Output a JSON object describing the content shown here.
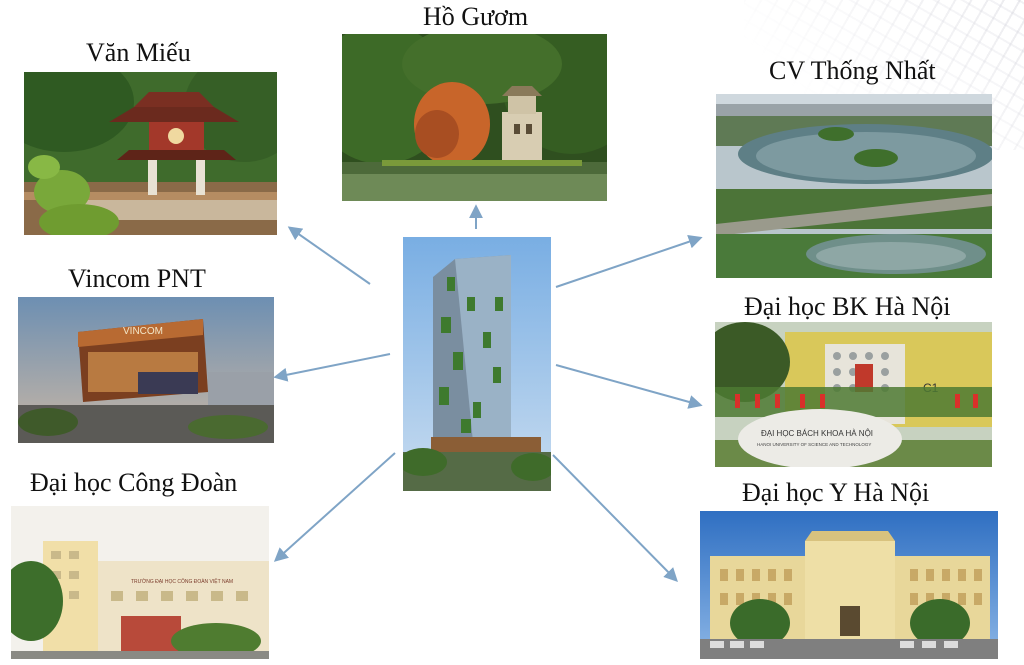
{
  "center": {
    "name": "tower-rendering"
  },
  "destinations": {
    "van_mieu": {
      "label": "Văn Miếu"
    },
    "ho_guom": {
      "label": "Hồ Gươm"
    },
    "cv_thong_nhat": {
      "label": "CV Thống Nhất"
    },
    "vincom_pnt": {
      "label": "Vincom PNT",
      "sign_text": "VINCOM"
    },
    "dai_hoc_bk": {
      "label": "Đại học BK Hà Nội",
      "stone_text": "ĐẠI HỌC BÁCH KHOA HÀ NỘI",
      "stone_subtext": "HANOI UNIVERSITY OF SCIENCE AND TECHNOLOGY",
      "building_mark": "C1"
    },
    "dai_hoc_cong_doan": {
      "label": "Đại học Công Đoàn",
      "facade_text": "TRƯỜNG ĐẠI HỌC CÔNG ĐOÀN VIỆT NAM"
    },
    "dai_hoc_y": {
      "label": "Đại học Y Hà Nội"
    }
  },
  "colors": {
    "arrow": "#7fa4c6",
    "label": "#111111"
  }
}
